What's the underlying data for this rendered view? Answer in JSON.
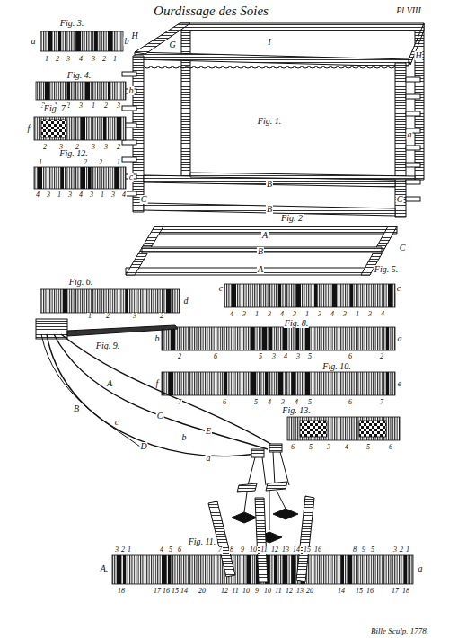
{
  "diagram": {
    "title": "Ourdissage des Soies",
    "labels": [
      "Pl VIII",
      "Fig. 3.",
      "a",
      "b",
      "1",
      "2",
      "3",
      "4",
      "3",
      "2",
      "1",
      "Fig. 4.",
      "b",
      "3",
      "1",
      "2",
      "3",
      "1",
      "2",
      "3",
      "Fig. 7.",
      "f",
      "2",
      "3",
      "2",
      "3",
      "3",
      "2",
      "Fig. 12.",
      "1",
      "2",
      "2",
      "1",
      "c",
      "4",
      "3",
      "1",
      "3",
      "4",
      "3",
      "1",
      "3",
      "4",
      "H",
      "G",
      "I",
      "H",
      "Fig. 1.",
      "a",
      "B",
      "C",
      "C",
      "B",
      "Fig. 2",
      "A",
      "B",
      "C",
      "A",
      "Fig. 5.",
      "Fig. 6.",
      "d",
      "1",
      "2",
      "3",
      "2",
      "Fig. 9.",
      "A",
      "B",
      "c",
      "C",
      "b",
      "D",
      "E",
      "a",
      "c",
      "c",
      "4",
      "3",
      "1",
      "3",
      "4",
      "3",
      "1",
      "3",
      "4",
      "3",
      "1",
      "3",
      "4",
      "Fig. 8.",
      "b",
      "a",
      "2",
      "6",
      "5",
      "3",
      "4",
      "3",
      "5",
      "6",
      "2",
      "Fig. 10.",
      "f",
      "e",
      "7",
      "6",
      "5",
      "4",
      "3",
      "4",
      "5",
      "6",
      "7",
      "Fig. 13.",
      "6",
      "5",
      "3",
      "4",
      "5",
      "6",
      "Fig. 11.",
      "A.",
      "a",
      "3",
      "2",
      "1",
      "4",
      "5",
      "6",
      "7",
      "8",
      "9",
      "10",
      "11",
      "12",
      "13",
      "14",
      "15",
      "16",
      "8",
      "9",
      "5",
      "3",
      "2",
      "1",
      "18",
      "17",
      "16",
      "15",
      "14",
      "20",
      "12",
      "11",
      "10",
      "9",
      "10",
      "11",
      "12",
      "13",
      "20",
      "14",
      "15",
      "16",
      "17",
      "18",
      "Bille Sculp. 1778."
    ]
  }
}
